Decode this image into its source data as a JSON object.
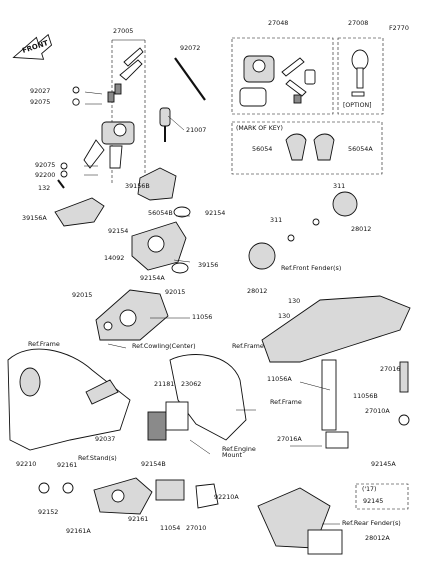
{
  "figure_code": "F2770",
  "front_label": "FRONT",
  "option_label": "[OPTION]",
  "mark_of_key_label": "(MARK OF KEY)",
  "year_label": "('17)",
  "parts": {
    "p27005": "27005",
    "p92072": "92072",
    "p27048": "27048",
    "p27008": "27008",
    "p92027": "92027",
    "p92075a": "92075",
    "p21007": "21007",
    "p92075b": "92075",
    "p92200": "92200",
    "p132": "132",
    "p39156B": "39156B",
    "p39156A": "39156A",
    "p56054": "56054",
    "p56054A": "56054A",
    "p56054B": "56054B",
    "p92154a": "92154",
    "p92154b": "92154",
    "p14092": "14092",
    "p39156": "39156",
    "p92154A": "92154A",
    "p92015a": "92015",
    "p92015b": "92015",
    "p11056": "11056",
    "p311a": "311",
    "p311b": "311",
    "p28012a": "28012",
    "p28012b": "28012",
    "p130a": "130",
    "p130b": "130",
    "p11056A": "11056A",
    "p11056B": "11056B",
    "p27016": "27016",
    "p27010A": "27010A",
    "p27016A": "27016A",
    "p92145A": "92145A",
    "p92145": "92145",
    "p21181": "21181",
    "p23062": "23062",
    "p92037": "92037",
    "p92154B": "92154B",
    "p92210": "92210",
    "p92161a": "92161",
    "p92152": "92152",
    "p92161A": "92161A",
    "p92161b": "92161",
    "p11054": "11054",
    "p27010": "27010",
    "p92210A": "92210A",
    "p28012A": "28012A"
  },
  "refs": {
    "frame1": "Ref.Frame",
    "cowling": "Ref.Cowling(Center)",
    "frame2": "Ref.Frame",
    "frame3": "Ref.Frame",
    "front_fender": "Ref.Front Fender(s)",
    "engine_mount": "Ref.Engine Mount",
    "stand": "Ref.Stand(s)",
    "rear_fender": "Ref.Rear Fender(s)"
  }
}
